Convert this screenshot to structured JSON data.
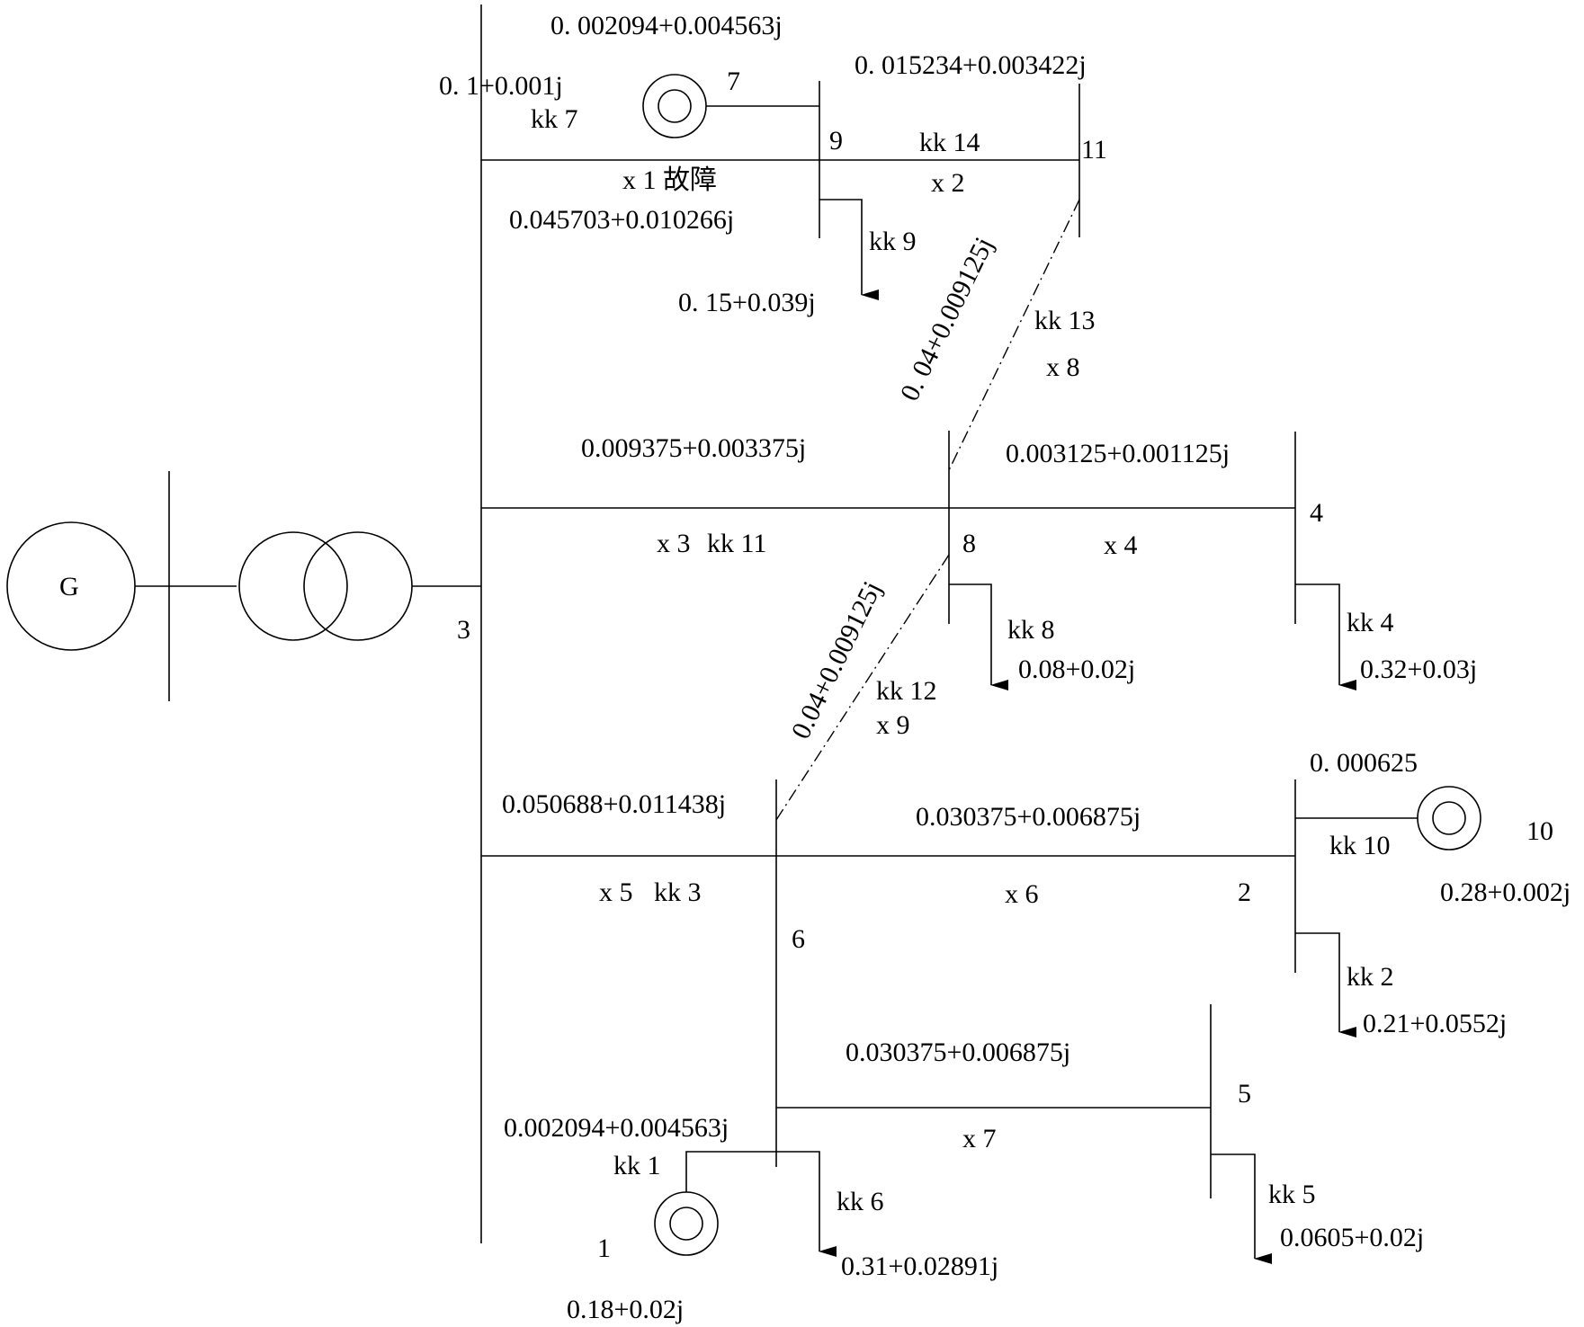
{
  "generator": {
    "label": "G"
  },
  "buses": {
    "b1": "1",
    "b2": "2",
    "b3": "3",
    "b4": "4",
    "b5": "5",
    "b6": "6",
    "b7": "7",
    "b8": "8",
    "b9": "9",
    "b10": "10",
    "b11": "11"
  },
  "lines": {
    "x1": "x 1 故障",
    "x2": "x 2",
    "x3": "x 3",
    "x4": "x 4",
    "x5": "x 5",
    "x6": "x 6",
    "x7": "x 7",
    "x8": "x 8",
    "x9": "x 9"
  },
  "switches": {
    "kk1": "kk  1",
    "kk2": "kk  2",
    "kk3": "kk  3",
    "kk4": "kk  4",
    "kk5": "kk  5",
    "kk6": "kk  6",
    "kk7": "kk  7",
    "kk8": "kk  8",
    "kk9": "kk  9",
    "kk10": "kk  10",
    "kk11": "kk  11",
    "kk12": "kk  12",
    "kk13": "kk  13",
    "kk14": "kk  14"
  },
  "impedances": {
    "dg7_branch": "0. 002094+0.004563j",
    "line_9_11": "0. 015234+0.003422j",
    "line_3_9": "0.045703+0.010266j",
    "tie_8_11": "0. 04+0.009125j",
    "line_3_8": "0.009375+0.003375j",
    "line_8_4": "0.003125+0.001125j",
    "tie_6_8": "0.04+0.009125j",
    "line_3_6": "0.050688+0.011438j",
    "line_6_2": "0.030375+0.006875j",
    "line_6_5": "0.030375+0.006875j",
    "dg1_branch": "0.002094+0.004563j",
    "dg10_branch": "0. 000625"
  },
  "powers": {
    "dg7": "0. 1+0.001j",
    "load9": "0. 15+0.039j",
    "load8": "0.08+0.02j",
    "load4": "0.32+0.03j",
    "dg10": "0.28+0.002j",
    "load2": "0.21+0.0552j",
    "load6": "0.31+0.02891j",
    "load5": "0.0605+0.02j",
    "dg1": "0.18+0.02j"
  }
}
